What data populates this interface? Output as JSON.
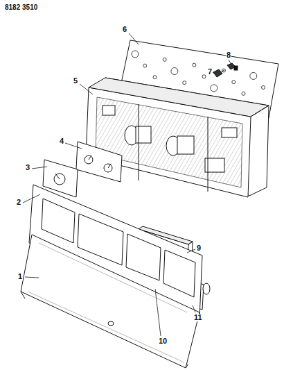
{
  "diagram": {
    "labels": [
      "8182 3510",
      "6",
      "8",
      "7",
      "5",
      "4",
      "3",
      "2",
      "9",
      "1",
      "10",
      "11"
    ]
  }
}
